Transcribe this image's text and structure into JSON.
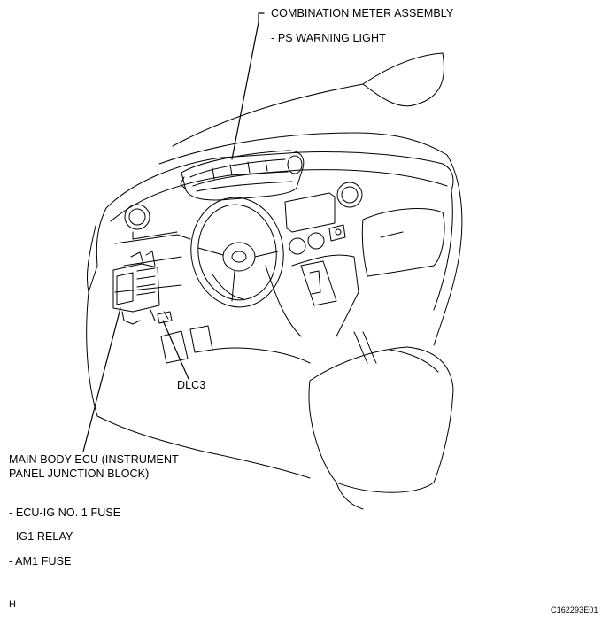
{
  "labels": {
    "combination_meter": "COMBINATION METER ASSEMBLY",
    "ps_warning": "- PS WARNING LIGHT",
    "dlc3": "DLC3",
    "main_body_ecu_line1": "MAIN BODY ECU (INSTRUMENT",
    "main_body_ecu_line2": "PANEL JUNCTION BLOCK)",
    "ecu_ig_fuse": "- ECU-IG NO. 1 FUSE",
    "ig1_relay": "- IG1 RELAY",
    "am1_fuse": "- AM1 FUSE"
  },
  "corner_letter": "H",
  "figure_code": "C162293E01"
}
